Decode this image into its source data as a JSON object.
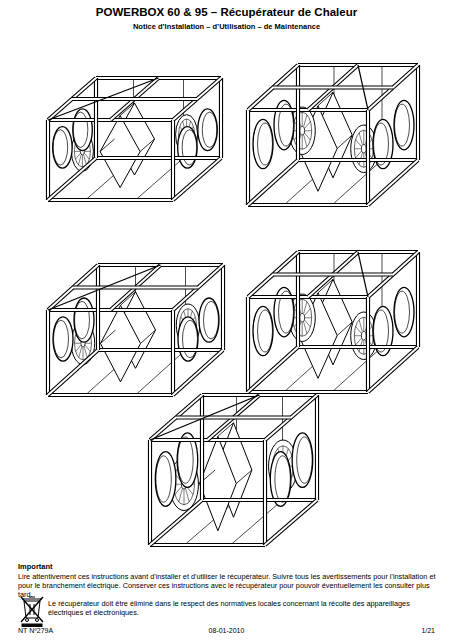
{
  "diagram": {
    "title": "POWERBOX 60 & 95 – Récupérateur de Chaleur",
    "labels": [
      "Notice d’Installation – d’Utilisation – de Maintenance",
      "Important",
      "Lire attentivement ces instructions avant d'installer et d'utiliser le récupérateur. Suivre tous les avertissements pour l'installation et pour le branchement électrique. Conserver ces instructions avec le récupérateur pour pouvoir éventuellement les consulter plus tard.",
      "Le récupérateur doit être éliminé dans le respect des normatives locales concernant la récolte des appareillages électriques et électroniques.",
      "NT Nº279A",
      "08-01-2010",
      "1/21"
    ]
  }
}
